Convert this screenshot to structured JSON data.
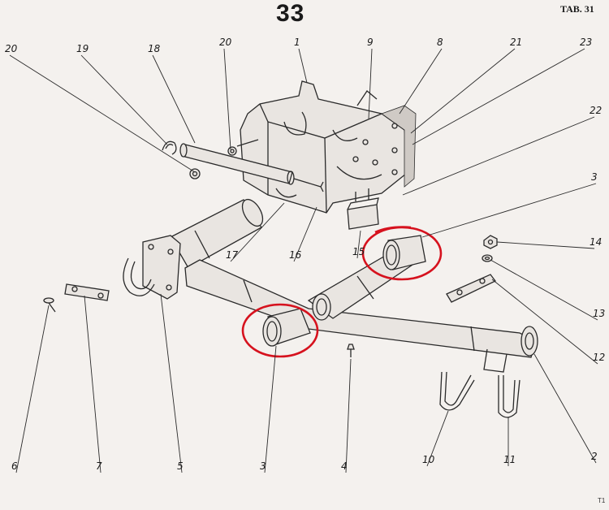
{
  "header": {
    "page_number": "33",
    "tab_label": "TAB. 31"
  },
  "corner_mark": "T1",
  "callouts": [
    {
      "id": "c20a",
      "label": "20"
    },
    {
      "id": "c19",
      "label": "19"
    },
    {
      "id": "c18",
      "label": "18"
    },
    {
      "id": "c20b",
      "label": "20"
    },
    {
      "id": "c1",
      "label": "1"
    },
    {
      "id": "c9",
      "label": "9"
    },
    {
      "id": "c8",
      "label": "8"
    },
    {
      "id": "c21",
      "label": "21"
    },
    {
      "id": "c23",
      "label": "23"
    },
    {
      "id": "c22",
      "label": "22"
    },
    {
      "id": "c3a",
      "label": "3"
    },
    {
      "id": "c17",
      "label": "17"
    },
    {
      "id": "c16",
      "label": "16"
    },
    {
      "id": "c15",
      "label": "15"
    },
    {
      "id": "c14",
      "label": "14"
    },
    {
      "id": "c13",
      "label": "13"
    },
    {
      "id": "c12",
      "label": "12"
    },
    {
      "id": "c6",
      "label": "6"
    },
    {
      "id": "c7",
      "label": "7"
    },
    {
      "id": "c5",
      "label": "5"
    },
    {
      "id": "c3b",
      "label": "3"
    },
    {
      "id": "c4",
      "label": "4"
    },
    {
      "id": "c10",
      "label": "10"
    },
    {
      "id": "c11",
      "label": "11"
    },
    {
      "id": "c2",
      "label": "2"
    }
  ],
  "highlights": {
    "color": "#d6121e",
    "marked_part": "3"
  },
  "colors": {
    "paper": "#f4f1ee",
    "ink": "#2a2a2a"
  }
}
